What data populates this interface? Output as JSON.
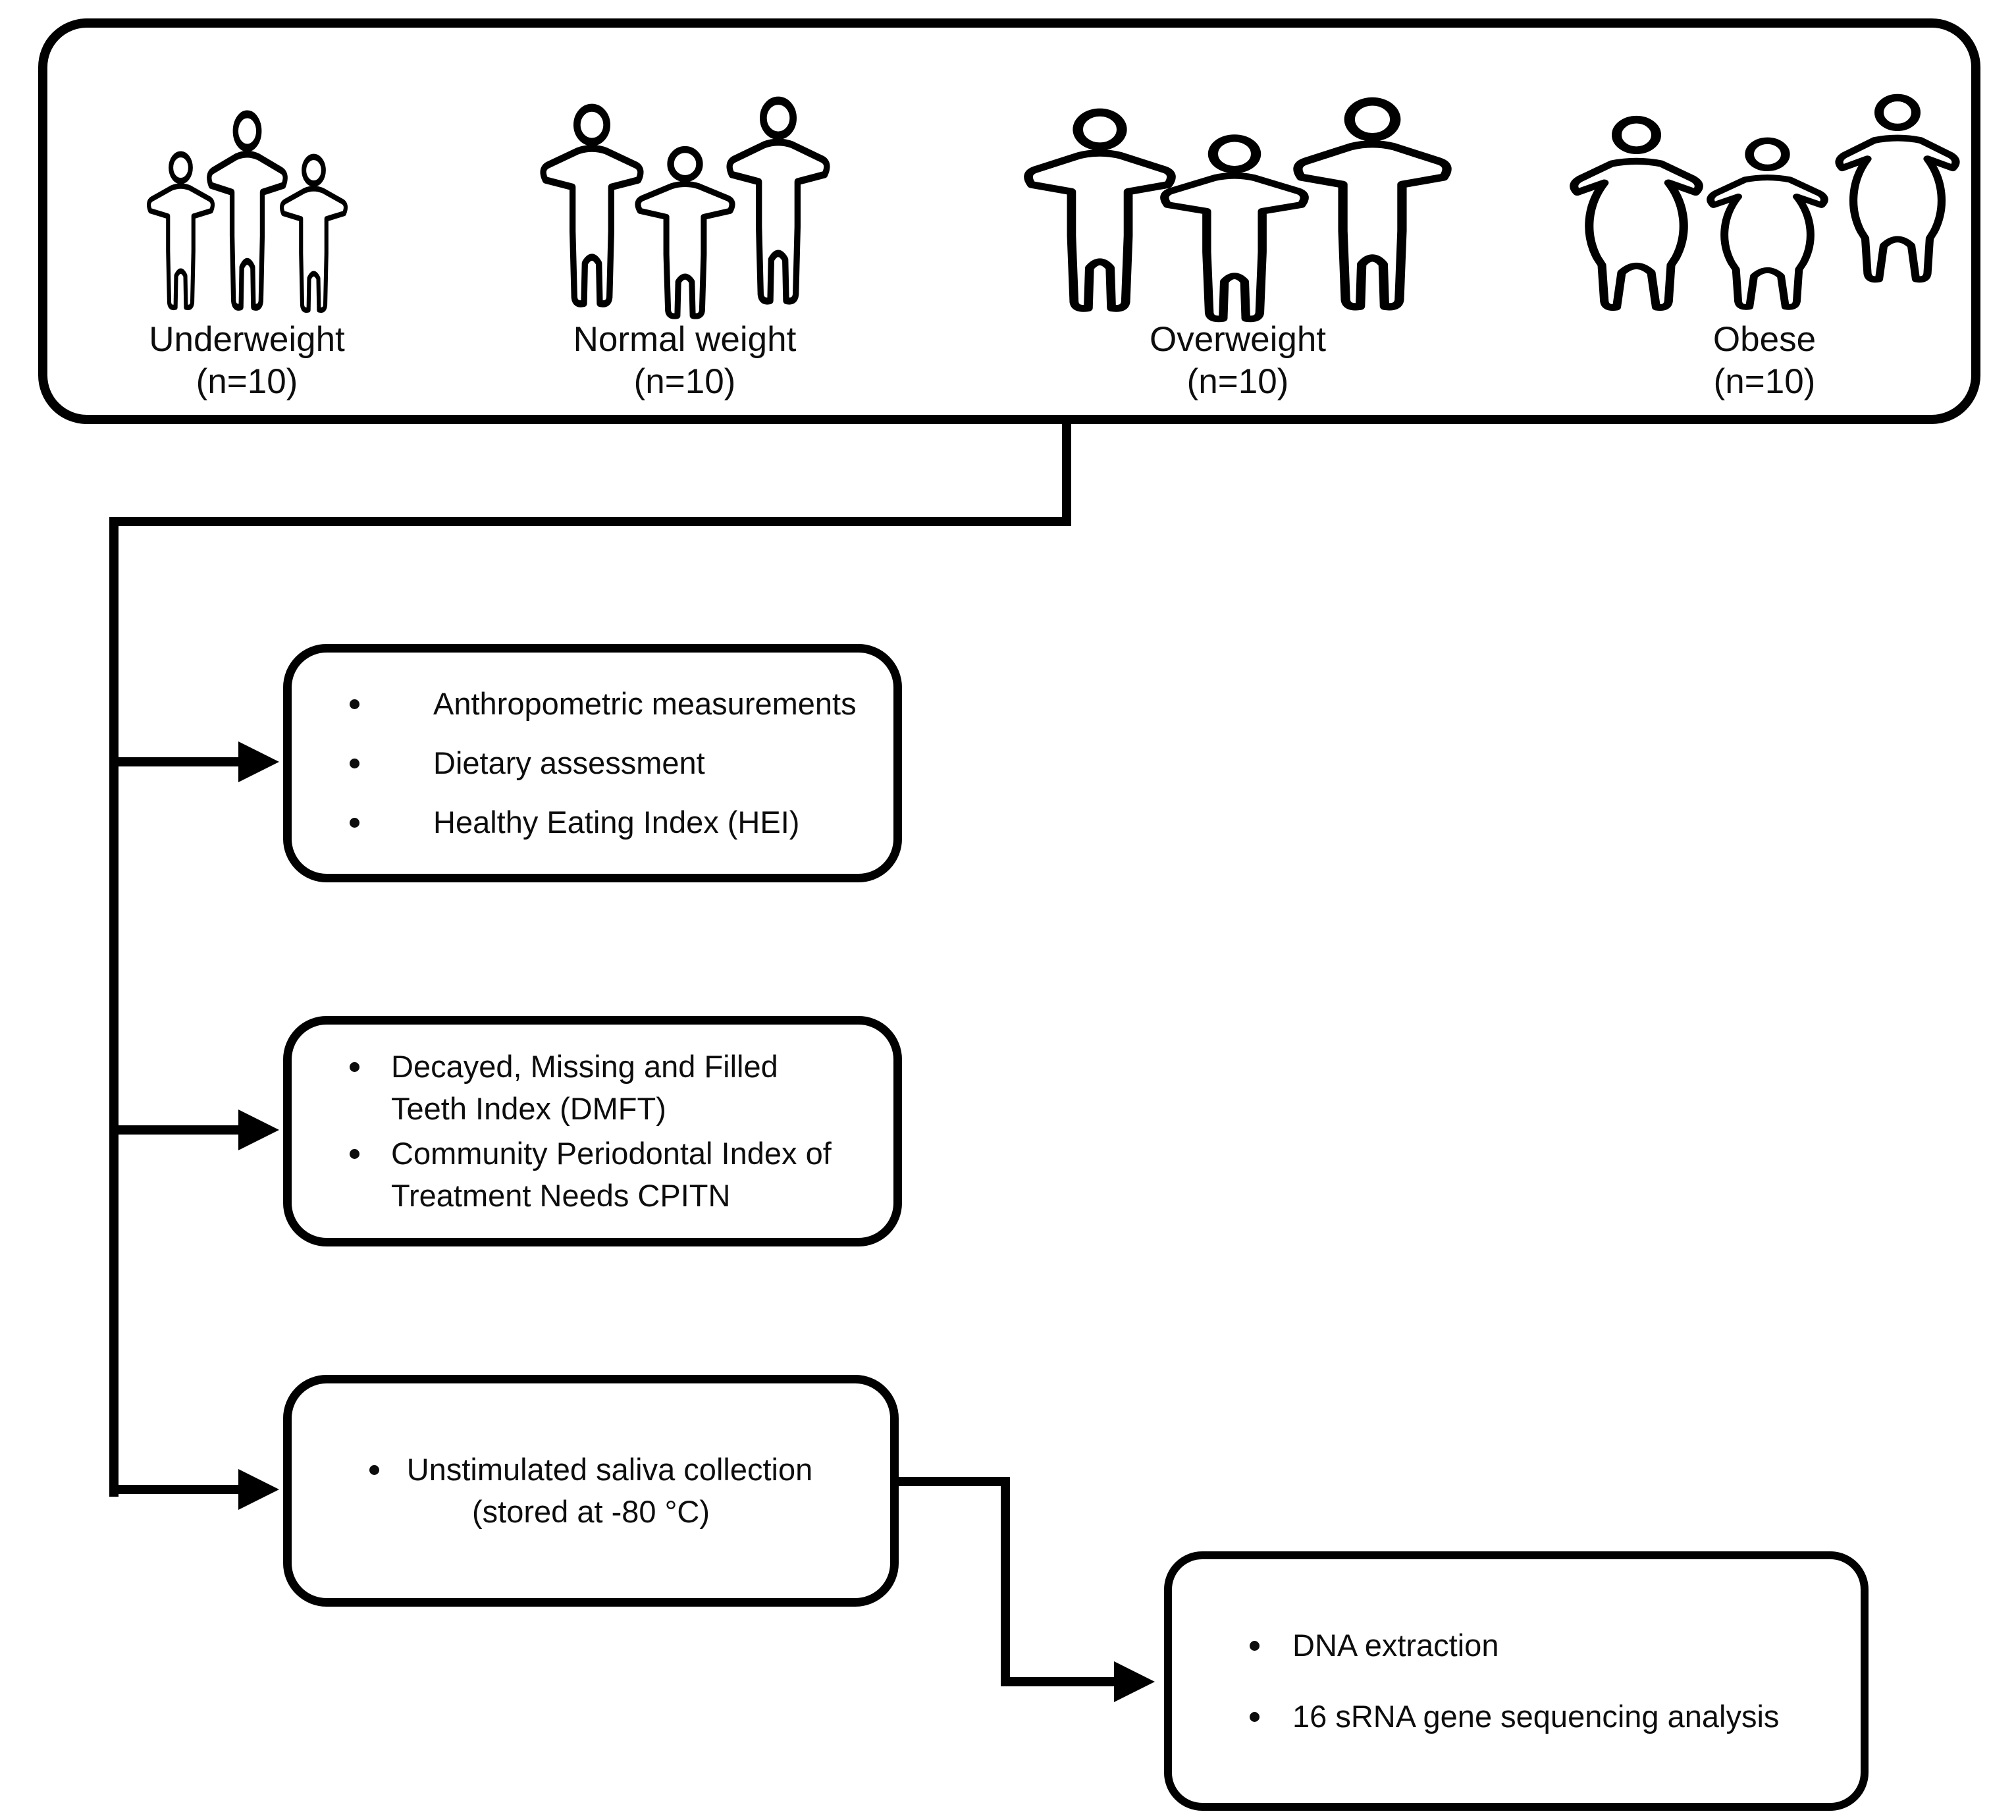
{
  "figure": {
    "cohort_box": {
      "groups": [
        {
          "label": "Underweight",
          "count": "(n=10)",
          "icon": "person-thin-icon"
        },
        {
          "label": "Normal weight",
          "count": "(n=10)",
          "icon": "person-normal-icon"
        },
        {
          "label": "Overweight",
          "count": "(n=10)",
          "icon": "person-overweight-icon"
        },
        {
          "label": "Obese",
          "count": "(n=10)",
          "icon": "person-obese-icon"
        }
      ]
    },
    "assessment_box": {
      "items": [
        "Anthropometric measurements",
        "Dietary assessment",
        "Healthy Eating Index (HEI)"
      ]
    },
    "dental_box": {
      "items": [
        "Decayed, Missing and Filled Teeth Index (DMFT)",
        "Community Periodontal Index of Treatment Needs CPITN"
      ]
    },
    "saliva_box": {
      "line1": "Unstimulated saliva collection",
      "line2": "(stored at -80 °C)"
    },
    "sequencing_box": {
      "items": [
        "DNA extraction",
        "16 sRNA gene sequencing analysis"
      ]
    },
    "colors": {
      "stroke": "#000000",
      "background": "#ffffff",
      "text": "#0d0d0d"
    }
  }
}
